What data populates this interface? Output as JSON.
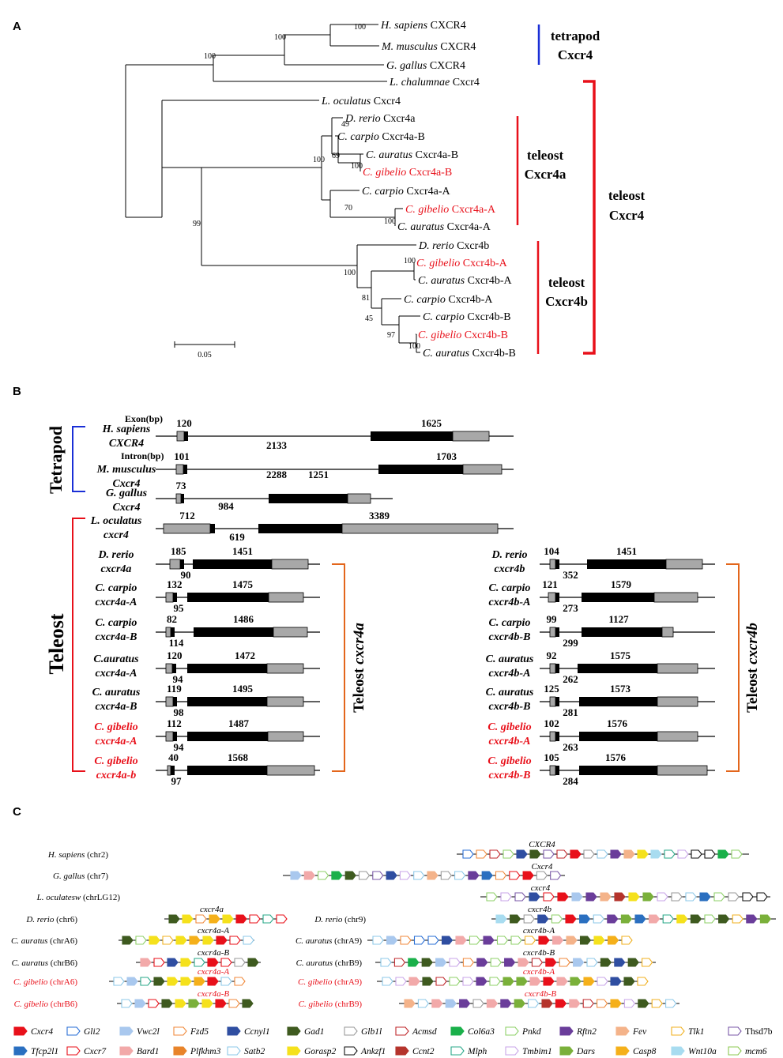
{
  "panels": {
    "a": "A",
    "b": "B",
    "c": "C"
  },
  "colors": {
    "black": "#000000",
    "highlight": "#e8101a",
    "tetrapod_bracket": "#1a2fd6",
    "teleost_bracket": "#e8101a",
    "orange_bracket": "#e3661c",
    "exon_utr": "#a8a8a8",
    "exon_cds": "#000000"
  },
  "panel_a": {
    "taxa": [
      {
        "genus": "H. sapiens",
        "gene": "CXCR4",
        "highlight": false
      },
      {
        "genus": "M. musculus",
        "gene": "CXCR4",
        "highlight": false
      },
      {
        "genus": "G. gallus",
        "gene": "CXCR4",
        "highlight": false
      },
      {
        "genus": "L. chalumnae",
        "gene": "Cxcr4",
        "highlight": false
      },
      {
        "genus": "L. oculatus",
        "gene": "Cxcr4",
        "highlight": false
      },
      {
        "genus": "D. rerio",
        "gene": "Cxcr4a",
        "highlight": false
      },
      {
        "genus": "C. carpio",
        "gene": "Cxcr4a-B",
        "highlight": false
      },
      {
        "genus": "C. auratus",
        "gene": "Cxcr4a-B",
        "highlight": false
      },
      {
        "genus": "C. gibelio",
        "gene": "Cxcr4a-B",
        "highlight": true
      },
      {
        "genus": "C. carpio",
        "gene": "Cxcr4a-A",
        "highlight": false
      },
      {
        "genus": "C. gibelio",
        "gene": "Cxcr4a-A",
        "highlight": true
      },
      {
        "genus": "C. auratus",
        "gene": "Cxcr4a-A",
        "highlight": false
      },
      {
        "genus": "D. rerio",
        "gene": "Cxcr4b",
        "highlight": false
      },
      {
        "genus": "C. gibelio",
        "gene": "Cxcr4b-A",
        "highlight": true
      },
      {
        "genus": "C. auratus",
        "gene": "Cxcr4b-A",
        "highlight": false
      },
      {
        "genus": "C. carpio",
        "gene": "Cxcr4b-A",
        "highlight": false
      },
      {
        "genus": "C. carpio",
        "gene": "Cxcr4b-B",
        "highlight": false
      },
      {
        "genus": "C. gibelio",
        "gene": "Cxcr4b-B",
        "highlight": true
      },
      {
        "genus": "C. auratus",
        "gene": "Cxcr4b-B",
        "highlight": false
      }
    ],
    "bootstrap": [
      "100",
      "100",
      "100",
      "49",
      "69",
      "100",
      "100",
      "70",
      "100",
      "99",
      "100",
      "100",
      "81",
      "45",
      "97",
      "100"
    ],
    "groups": {
      "tetrapod": [
        "tetrapod",
        "Cxcr4"
      ],
      "teleost_a": [
        "teleost",
        "Cxcr4a"
      ],
      "teleost_b": [
        "teleost",
        "Cxcr4b"
      ],
      "teleost": [
        "teleost",
        "Cxcr4"
      ]
    },
    "scale": "0.05"
  },
  "panel_b": {
    "labels": {
      "exon": "Exon(bp)",
      "intron": "Intron(bp)"
    },
    "groups": {
      "tetrapod": "Tetrapod",
      "teleost": "Teleost",
      "teleost_a": "Teleost cxcr4a",
      "teleost_b": "Teleost cxcr4b"
    },
    "top_genes": [
      {
        "name1": "H. sapiens",
        "name2": "CXCR4",
        "exon1": "120",
        "intron": "2133",
        "exon2": "1625"
      },
      {
        "name1": "M. musculus",
        "name2": "Cxcr4",
        "exon1": "101",
        "intron": "2288",
        "exon2": "1703"
      },
      {
        "name1": "G. gallus",
        "name2": "Cxcr4",
        "exon1": "73",
        "intron": "984",
        "exon2": "1251"
      },
      {
        "name1": "L. oculatus",
        "name2": "cxcr4",
        "exon1": "712",
        "intron": "619",
        "exon2": "3389"
      }
    ],
    "cxcr4a": [
      {
        "name1": "D. rerio",
        "name2": "cxcr4a",
        "exon1": "185",
        "intron": "90",
        "exon2": "1451",
        "highlight": false
      },
      {
        "name1": "C. carpio",
        "name2": "cxcr4a-A",
        "exon1": "132",
        "intron": "95",
        "exon2": "1475",
        "highlight": false
      },
      {
        "name1": "C. carpio",
        "name2": "cxcr4a-B",
        "exon1": "82",
        "intron": "114",
        "exon2": "1486",
        "highlight": false
      },
      {
        "name1": "C.auratus",
        "name2": "cxcr4a-A",
        "exon1": "120",
        "intron": "94",
        "exon2": "1472",
        "highlight": false
      },
      {
        "name1": "C. auratus",
        "name2": "cxcr4a-B",
        "exon1": "119",
        "intron": "98",
        "exon2": "1495",
        "highlight": false
      },
      {
        "name1": "C. gibelio",
        "name2": "cxcr4a-A",
        "exon1": "112",
        "intron": "94",
        "exon2": "1487",
        "highlight": true
      },
      {
        "name1": "C. gibelio",
        "name2": "cxcr4a-b",
        "exon1": "40",
        "intron": "97",
        "exon2": "1568",
        "highlight": true
      }
    ],
    "cxcr4b": [
      {
        "name1": "D. rerio",
        "name2": "cxcr4b",
        "exon1": "104",
        "intron": "352",
        "exon2": "1451",
        "highlight": false
      },
      {
        "name1": "C. carpio",
        "name2": "cxcr4b-A",
        "exon1": "121",
        "intron": "273",
        "exon2": "1579",
        "highlight": false
      },
      {
        "name1": "C. carpio",
        "name2": "cxcr4b-B",
        "exon1": "99",
        "intron": "299",
        "exon2": "1127",
        "highlight": false
      },
      {
        "name1": "C. auratus",
        "name2": "cxcr4b-A",
        "exon1": "92",
        "intron": "262",
        "exon2": "1575",
        "highlight": false
      },
      {
        "name1": "C. auratus",
        "name2": "cxcr4b-B",
        "exon1": "125",
        "intron": "281",
        "exon2": "1573",
        "highlight": false
      },
      {
        "name1": "C. gibelio",
        "name2": "cxcr4b-A",
        "exon1": "102",
        "intron": "263",
        "exon2": "1576",
        "highlight": true
      },
      {
        "name1": "C. gibelio",
        "name2": "cxcr4b-B",
        "exon1": "105",
        "intron": "284",
        "exon2": "1576",
        "highlight": true
      }
    ]
  },
  "panel_c": {
    "rows": [
      {
        "species": "H. sapiens",
        "chr": "(chr2)",
        "gene": "CXCR4",
        "highlight": false
      },
      {
        "species": "G. gallus",
        "chr": "(chr7)",
        "gene": "Cxcr4",
        "highlight": false
      },
      {
        "species": "L. oculatesw",
        "chr": "(chrLG12)",
        "gene": "cxcr4",
        "highlight": false
      },
      {
        "species": "D. rerio",
        "chr": "(chr6)",
        "gene": "cxcr4a",
        "highlight": false
      },
      {
        "species": "D. rerio",
        "chr": "(chr9)",
        "gene": "cxcr4b",
        "highlight": false
      },
      {
        "species": "C. auratus",
        "chr": "(chrA6)",
        "gene": "cxcr4a-A",
        "highlight": false
      },
      {
        "species": "C. auratus",
        "chr": "(chrA9)",
        "gene": "cxcr4b-A",
        "highlight": false
      },
      {
        "species": "C. auratus",
        "chr": "(chrB6)",
        "gene": "cxcr4a-B",
        "highlight": false
      },
      {
        "species": "C. auratus",
        "chr": "(chrB9)",
        "gene": "cxcr4b-B",
        "highlight": false
      },
      {
        "species": "C. gibelio",
        "chr": "(chrA6)",
        "gene": "cxcr4a-A",
        "highlight": true
      },
      {
        "species": "C. gibelio",
        "chr": "(chrA9)",
        "gene": "cxcr4b-A",
        "highlight": true
      },
      {
        "species": "C. gibelio",
        "chr": "(chrB6)",
        "gene": "cxcr4a-B",
        "highlight": true
      },
      {
        "species": "C. gibelio",
        "chr": "(chrB9)",
        "gene": "cxcr4b-B",
        "highlight": true
      }
    ],
    "legend": [
      {
        "name": "Cxcr4",
        "color": "#e8101a",
        "filled": true
      },
      {
        "name": "Gli2",
        "color": "#2a6fd6",
        "filled": false
      },
      {
        "name": "Vwc2l",
        "color": "#a9c8ee",
        "filled": true
      },
      {
        "name": "Fzd5",
        "color": "#f08a3c",
        "filled": false
      },
      {
        "name": "Ccnyl1",
        "color": "#2f4ea1",
        "filled": true
      },
      {
        "name": "Gad1",
        "color": "#3e5a1f",
        "filled": true
      },
      {
        "name": "Glb1l",
        "color": "#9a9a9a",
        "filled": false
      },
      {
        "name": "Acmsd",
        "color": "#c0282c",
        "filled": false
      },
      {
        "name": "Col6a3",
        "color": "#1ab04a",
        "filled": true
      },
      {
        "name": "Pnkd",
        "color": "#8fd16a",
        "filled": false
      },
      {
        "name": "Rftn2",
        "color": "#6a3d9a",
        "filled": true
      },
      {
        "name": "Fev",
        "color": "#f4b38a",
        "filled": true
      },
      {
        "name": "Tlk1",
        "color": "#f0b020",
        "filled": false
      },
      {
        "name": "Thsd7b",
        "color": "#7b5aa8",
        "filled": false
      },
      {
        "name": "Tfcp2l1",
        "color": "#2a6fc0",
        "filled": true
      },
      {
        "name": "Cxcr7",
        "color": "#e8101a",
        "filled": false
      },
      {
        "name": "Bard1",
        "color": "#f2a9a9",
        "filled": true
      },
      {
        "name": "Plfkhm3",
        "color": "#e8842a",
        "filled": true
      },
      {
        "name": "Satb2",
        "color": "#8ec8e8",
        "filled": false
      },
      {
        "name": "Gorasp2",
        "color": "#f5e11c",
        "filled": true
      },
      {
        "name": "Ankzf1",
        "color": "#111111",
        "filled": false
      },
      {
        "name": "Ccnt2",
        "color": "#b5342c",
        "filled": true
      },
      {
        "name": "Mlph",
        "color": "#2aa88a",
        "filled": false
      },
      {
        "name": "Tmbim1",
        "color": "#c9a6e8",
        "filled": false
      },
      {
        "name": "Dars",
        "color": "#7ab03a",
        "filled": true
      },
      {
        "name": "Casp8",
        "color": "#f5b01a",
        "filled": true
      },
      {
        "name": "Wnt10a",
        "color": "#a8dcf0",
        "filled": true
      },
      {
        "name": "mcm6",
        "color": "#8cc850",
        "filled": false
      }
    ]
  }
}
